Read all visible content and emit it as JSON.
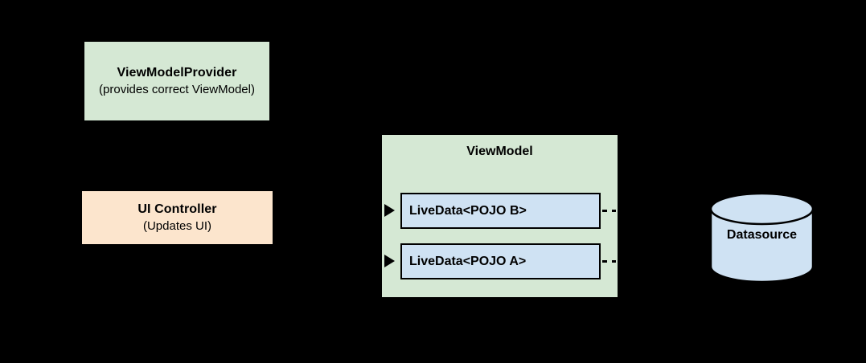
{
  "diagram": {
    "background_color": "#000000",
    "nodes": {
      "view_model_provider": {
        "title": "ViewModelProvider",
        "subtitle": "(provides correct ViewModel)",
        "fill_color": "#d5e8d4"
      },
      "ui_controller": {
        "title": "UI Controller",
        "subtitle": "(Updates UI)",
        "fill_color": "#fce5cd"
      },
      "view_model": {
        "title": "ViewModel",
        "fill_color": "#d5e8d4",
        "children": [
          {
            "label": "LiveData<POJO B>",
            "fill_color": "#cfe2f3"
          },
          {
            "label": "LiveData<POJO A>",
            "fill_color": "#cfe2f3"
          }
        ]
      },
      "datasource": {
        "title": "Datasource",
        "fill_color": "#cfe2f3"
      }
    }
  }
}
